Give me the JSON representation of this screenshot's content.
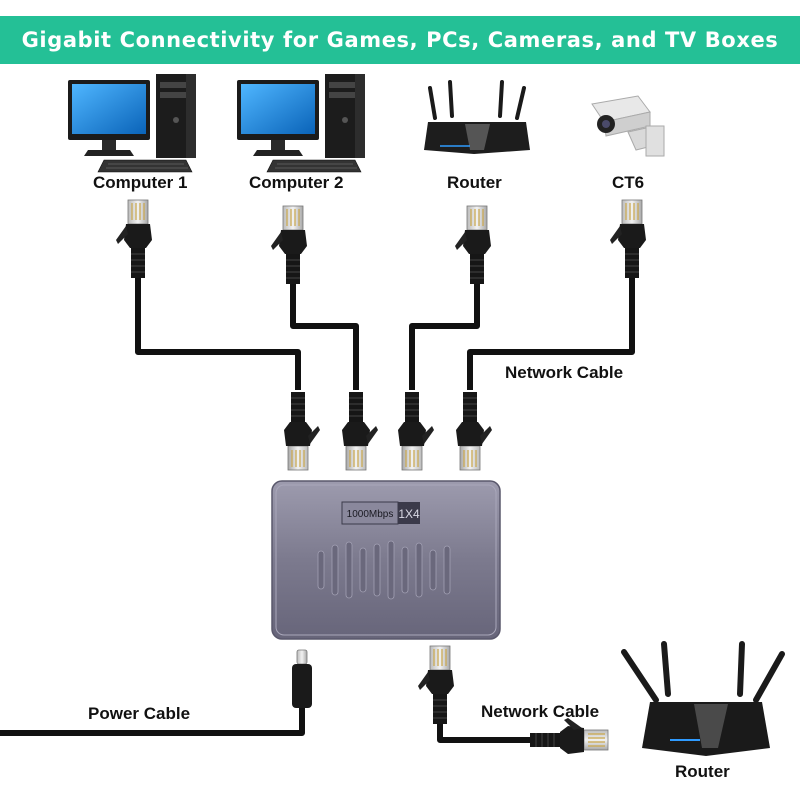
{
  "banner": {
    "title": "Gigabit Connectivity for Games, PCs, Cameras, and TV Boxes"
  },
  "devices": {
    "computer1": "Computer 1",
    "computer2": "Computer 2",
    "router_top": "Router",
    "camera": "CT6"
  },
  "switch": {
    "speed_label": "1000Mbps",
    "port_label": "1X4"
  },
  "cables": {
    "network_top": "Network Cable",
    "power": "Power Cable",
    "network_bottom": "Network Cable"
  },
  "router_bottom": "Router",
  "colors": {
    "banner": "#24c096",
    "switch_body": "#7d7b8f",
    "cable": "#111111",
    "monitor_screen": "#1e90e0"
  }
}
